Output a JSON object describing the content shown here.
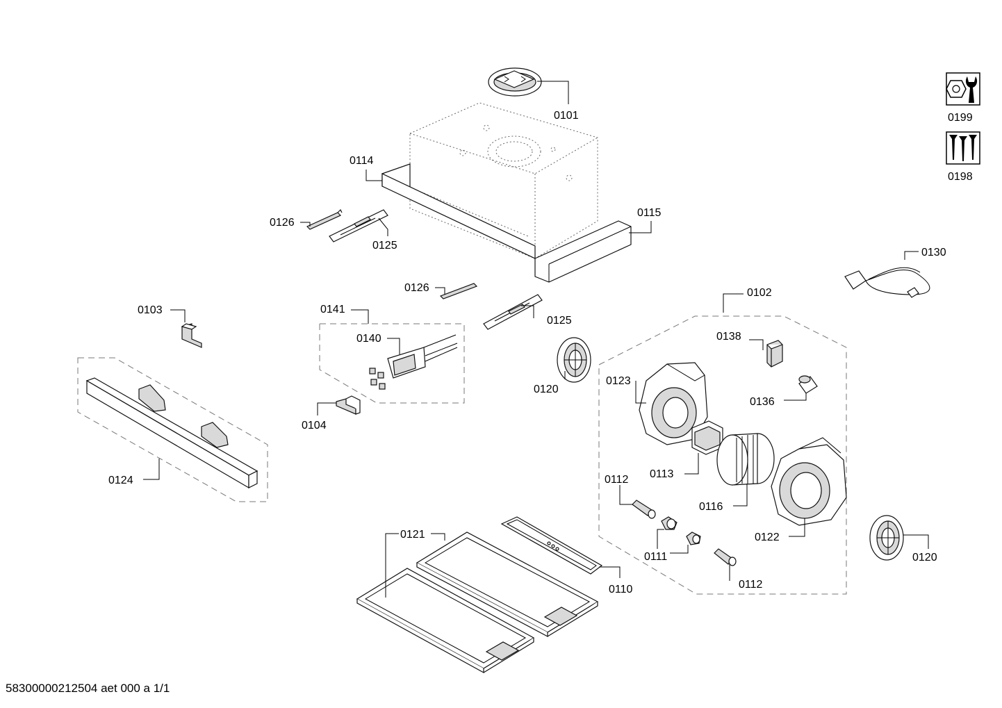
{
  "parts": {
    "p0101": "0101",
    "p0114": "0114",
    "p0126a": "0126",
    "p0125a": "0125",
    "p0115": "0115",
    "p0126b": "0126",
    "p0125b": "0125",
    "p0103": "0103",
    "p0141": "0141",
    "p0140": "0140",
    "p0120a": "0120",
    "p0104": "0104",
    "p0124": "0124",
    "p0102": "0102",
    "p0138": "0138",
    "p0123": "0123",
    "p0136": "0136",
    "p0113": "0113",
    "p0112a": "0112",
    "p0116": "0116",
    "p0122": "0122",
    "p0111": "0111",
    "p0112b": "0112",
    "p0120b": "0120",
    "p0121": "0121",
    "p0110": "0110",
    "p0130": "0130",
    "p0199": "0199",
    "p0198": "0198"
  },
  "icons": {
    "p0199": "nut-and-wrench-icon",
    "p0198": "screws-icon"
  },
  "footer": "58300000212504 aet 000 a 1/1"
}
